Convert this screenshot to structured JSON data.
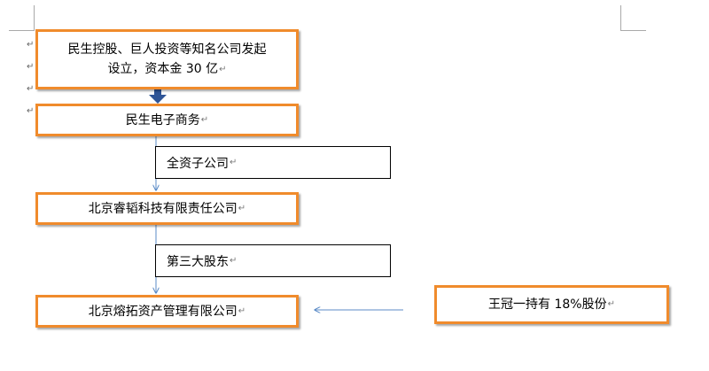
{
  "diagram": {
    "nodes": {
      "founders": {
        "line1": "民生控股、巨人投资等知名公司发起",
        "line2": "设立，资本金 30 亿"
      },
      "minsheng_ecommerce": "民生电子商务",
      "ruitao": "北京睿韬科技有限责任公司",
      "rongtuo": "北京熔拓资产管理有限公司",
      "wangguan": "王冠一持有 18%股份"
    },
    "edge_labels": {
      "wholly_owned": "全资子公司",
      "third_shareholder": "第三大股东"
    },
    "colors": {
      "node_border": "#f08b2c",
      "main_arrow": "#2f5597",
      "thin_arrow": "#5b8bc7"
    },
    "paragraph_mark": "↵"
  }
}
